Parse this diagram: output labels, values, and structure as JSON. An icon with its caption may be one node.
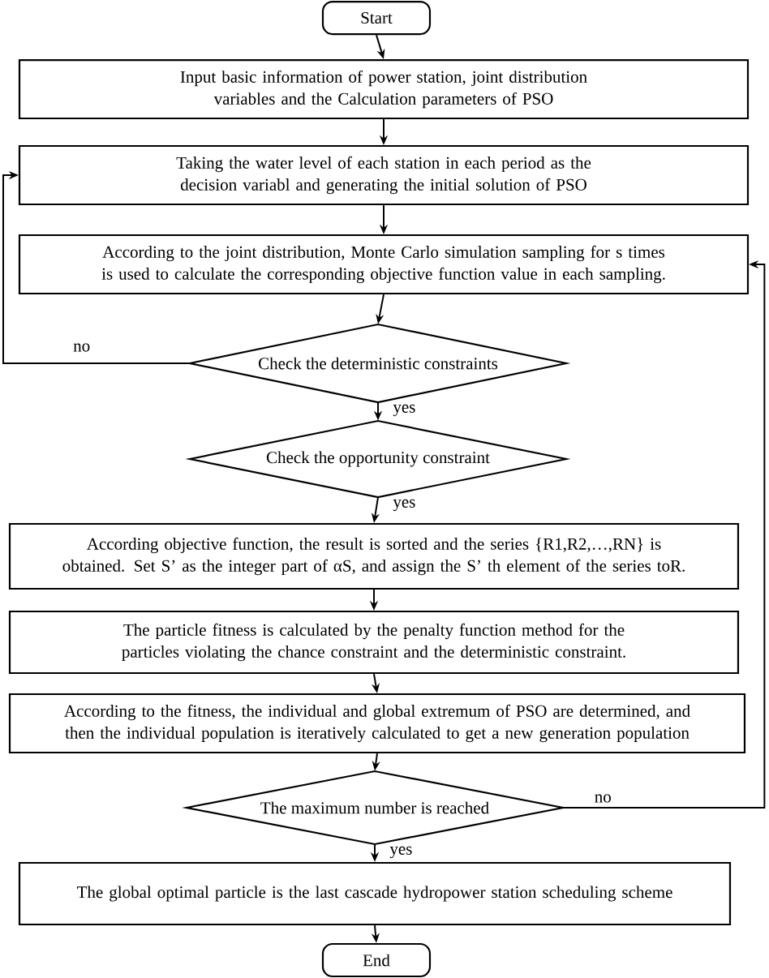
{
  "diagram": {
    "nodes": [
      {
        "text": [
          "Start"
        ]
      },
      {
        "text": [
          "Input basic information of power station, joint distribution  variables and the Calculation parameters of  PSO"
        ]
      },
      {
        "text": [
          "Taking the water level of each station in each period as the decision variabl and generating the initial solution of PSO"
        ]
      },
      {
        "text": [
          "According to the joint distribution, Monte Carlo simulation sampling for s times is used to calculate the corresponding objective function value  in each sampling."
        ]
      },
      {
        "text": [
          "Check  the deterministic constraints"
        ]
      },
      {
        "text": [
          "Check the opportunity constraint"
        ]
      },
      {
        "text": [
          "According objective function, the result is sorted and the series {R1,R2,…,RN} is obtained. Set S’ as the integer part of αS, and assign the S’ th element of the series toR."
        ]
      },
      {
        "text": [
          "The particle fitness is calculated by the penalty function method for the particles violating the chance constraint and the deterministic constraint."
        ]
      },
      {
        "text": [
          "According to the fitness, the individual and global extremum of PSO are determined, and then the individual population is iteratively calculated to get a new generation population"
        ]
      },
      {
        "text": [
          "The maximum number  is reached"
        ]
      },
      {
        "text": [
          "The global optimal particle is the last cascade hydropower station scheduling scheme"
        ]
      },
      {
        "text": [
          "End"
        ]
      }
    ],
    "edges": [
      {
        "from": 0,
        "to": 1,
        "arrow": "to"
      },
      {
        "from": 1,
        "to": 2,
        "arrow": "to"
      },
      {
        "from": 2,
        "to": 3,
        "arrow": "to"
      },
      {
        "from": 3,
        "to": 4,
        "arrow": "to"
      },
      {
        "from": 4,
        "to": 5,
        "arrow": "to",
        "label": "yes"
      },
      {
        "from": 4,
        "to": 2,
        "arrow": "to",
        "label": "no"
      },
      {
        "from": 5,
        "to": 6,
        "arrow": "to",
        "label": "yes"
      },
      {
        "from": 6,
        "to": 7,
        "arrow": "to"
      },
      {
        "from": 7,
        "to": 8,
        "arrow": "to"
      },
      {
        "from": 8,
        "to": 9,
        "arrow": "to"
      },
      {
        "from": 9,
        "to": 10,
        "arrow": "to",
        "label": "yes"
      },
      {
        "from": 9,
        "to": 3,
        "arrow": "to",
        "label": "no"
      },
      {
        "from": 10,
        "to": 11,
        "arrow": "to"
      }
    ]
  }
}
